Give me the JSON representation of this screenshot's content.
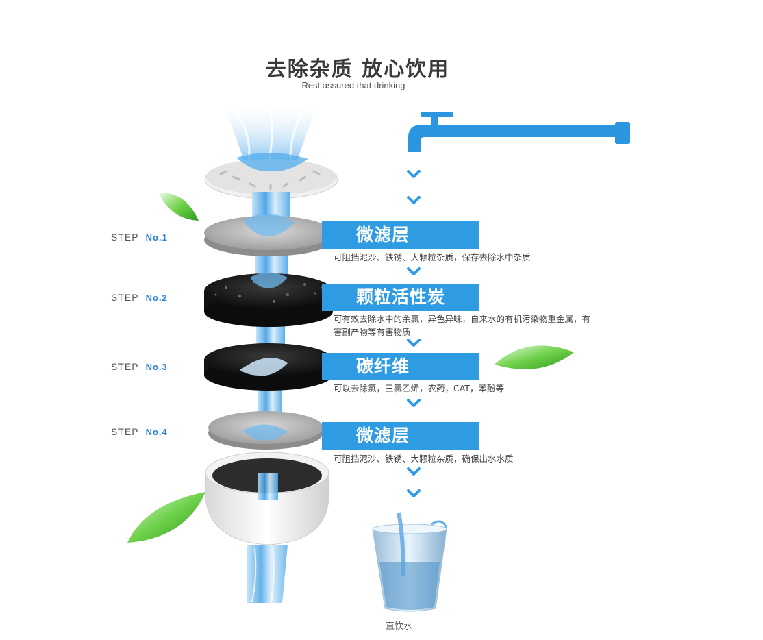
{
  "header": {
    "title": "去除杂质  放心饮用",
    "subtitle": "Rest assured that drinking"
  },
  "steps": [
    {
      "step_word": "STEP",
      "number": "No.1",
      "name": "微滤层",
      "description": "可阻挡泥沙、铁锈、大颗粒杂质，保存去除水中杂质"
    },
    {
      "step_word": "STEP",
      "number": "No.2",
      "name": "颗粒活性炭",
      "description": "可有效去除水中的余氯，异色异味，自来水的有机污染物重金属，有害副产物等有害物质"
    },
    {
      "step_word": "STEP",
      "number": "No.3",
      "name": "碳纤维",
      "description": "可以去除氯，三氯乙烯，农药，CAT，苯酚等"
    },
    {
      "step_word": "STEP",
      "number": "No.4",
      "name": "微滤层",
      "description": "可阻挡泥沙、铁锈、大颗粒杂质，确保出水水质"
    }
  ],
  "footer": {
    "cup_label": "直饮水"
  },
  "colors": {
    "accent_blue": "#2e9be3",
    "pipe_blue": "#2b95e0",
    "leaf_green": "#5cc43a"
  },
  "icons": [
    "faucet-pipe-icon",
    "chevron-down-icon",
    "water-glass-icon",
    "leaf-icon"
  ]
}
